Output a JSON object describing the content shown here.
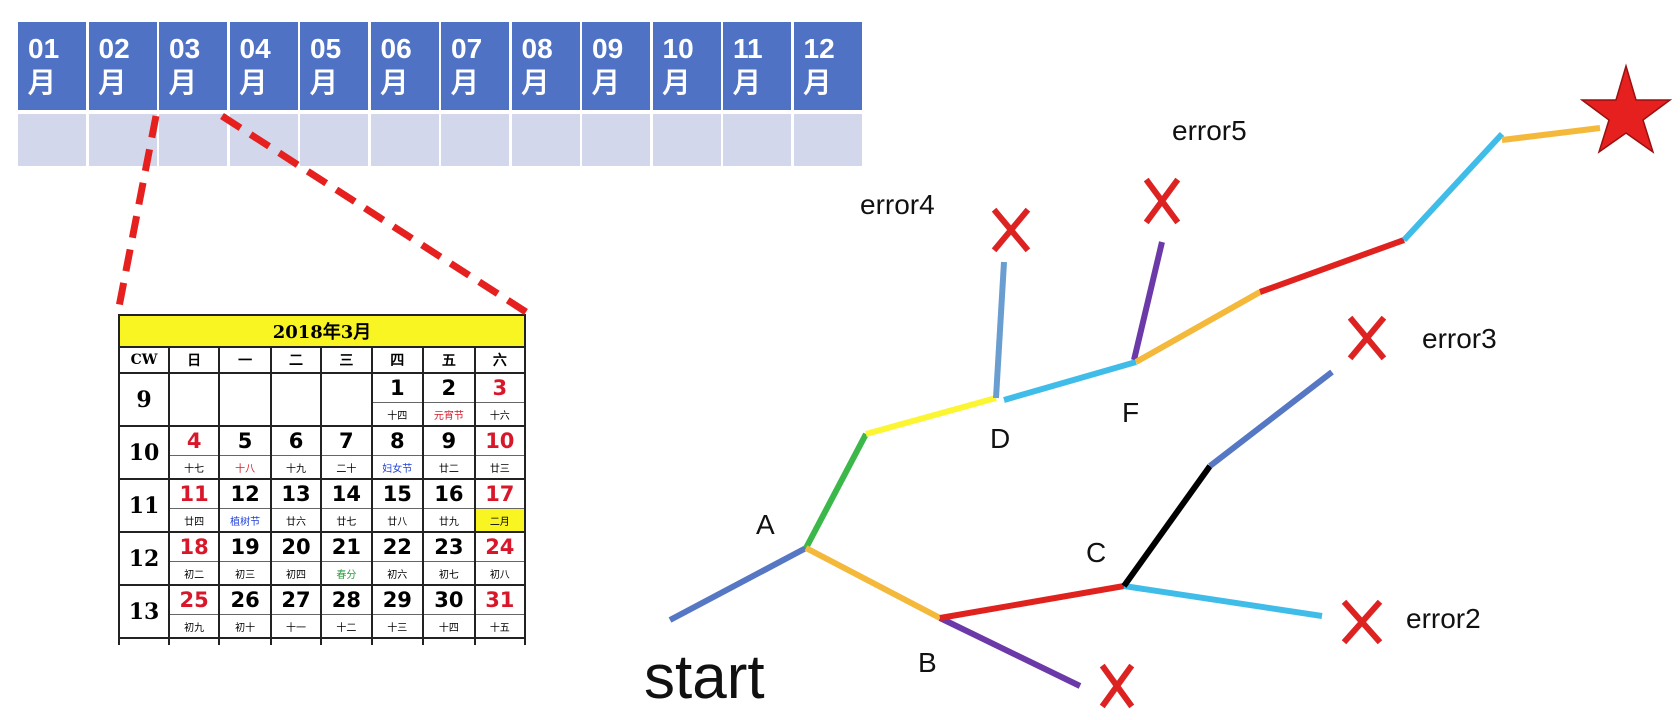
{
  "months": [
    {
      "num": "01",
      "unit": "月"
    },
    {
      "num": "02",
      "unit": "月"
    },
    {
      "num": "03",
      "unit": "月"
    },
    {
      "num": "04",
      "unit": "月"
    },
    {
      "num": "05",
      "unit": "月"
    },
    {
      "num": "06",
      "unit": "月"
    },
    {
      "num": "07",
      "unit": "月"
    },
    {
      "num": "08",
      "unit": "月"
    },
    {
      "num": "09",
      "unit": "月"
    },
    {
      "num": "10",
      "unit": "月"
    },
    {
      "num": "11",
      "unit": "月"
    },
    {
      "num": "12",
      "unit": "月"
    }
  ],
  "calendar": {
    "title": "2018年3月",
    "headers": [
      "CW",
      "日",
      "一",
      "二",
      "三",
      "四",
      "五",
      "六"
    ],
    "weeks": [
      {
        "cw": "9",
        "days": [
          "",
          "",
          "",
          "",
          "1",
          "2",
          "3"
        ],
        "lunar": [
          "",
          "",
          "",
          "",
          "十四",
          "元宵节",
          "十六"
        ]
      },
      {
        "cw": "10",
        "days": [
          "4",
          "5",
          "6",
          "7",
          "8",
          "9",
          "10"
        ],
        "lunar": [
          "十七",
          "十八",
          "十九",
          "二十",
          "妇女节",
          "廿二",
          "廿三"
        ]
      },
      {
        "cw": "11",
        "days": [
          "11",
          "12",
          "13",
          "14",
          "15",
          "16",
          "17"
        ],
        "lunar": [
          "廿四",
          "植树节",
          "廿六",
          "廿七",
          "廿八",
          "廿九",
          "二月"
        ]
      },
      {
        "cw": "12",
        "days": [
          "18",
          "19",
          "20",
          "21",
          "22",
          "23",
          "24"
        ],
        "lunar": [
          "初二",
          "初三",
          "初四",
          "春分",
          "初六",
          "初七",
          "初八"
        ]
      },
      {
        "cw": "13",
        "days": [
          "25",
          "26",
          "27",
          "28",
          "29",
          "30",
          "31"
        ],
        "lunar": [
          "初九",
          "初十",
          "十一",
          "十二",
          "十三",
          "十四",
          "十五"
        ]
      }
    ]
  },
  "diagram": {
    "start_label": "start",
    "nodes": {
      "A": "A",
      "B": "B",
      "C": "C",
      "D": "D",
      "F": "F"
    },
    "errors": {
      "e2": "error2",
      "e3": "error3",
      "e4": "error4",
      "e5": "error5"
    },
    "colors": {
      "blue": "#5577c4",
      "green": "#3cb84a",
      "yellow": "#fcf532",
      "cyan": "#3fbde8",
      "orange": "#f4b83a",
      "red": "#e0221f",
      "purple": "#6c3aa8",
      "black": "#000000",
      "steel": "#6a9ed0",
      "cross": "#dd2222",
      "star": "#e5201e",
      "dash": "#e5201e"
    }
  }
}
